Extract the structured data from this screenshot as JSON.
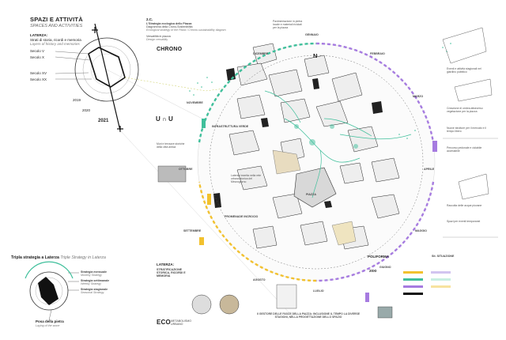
{
  "left_panel": {
    "title": "SPAZI E ATTIVITÀ",
    "subtitle": "SPACES AND ACTIVITIES",
    "layers_title": "LATERZA:",
    "layers_desc_it": "Strati di storia, ricordi e memoria",
    "layers_desc_en": "Layers of history and memories",
    "centuries": [
      "Secolo V",
      "Secolo X",
      "Secolo XV",
      "Secolo XX"
    ],
    "years": [
      "2019",
      "2020",
      "2021"
    ]
  },
  "strategy": {
    "title_it": "Tripla strategia a Laterza",
    "title_en": "Triple Strategy in Laterza",
    "items": [
      {
        "it": "Strategia mensuale",
        "en": "Monthly Strategy"
      },
      {
        "it": "Strategia settimanale",
        "en": "Weekly Strategy"
      },
      {
        "it": "Strategia stagionale",
        "en": "Seasonal Strategy"
      }
    ],
    "stone_it": "Posa della pietra",
    "stone_en": "Laying of the stone"
  },
  "header": {
    "number": "2.C.",
    "line1": "L'Strategia ecologica dello Piazza",
    "line2": "Diagramma della Crono-Sostenibilità",
    "line3": "Ecological strategy of the Plaza / Chrono-sustainability diagram",
    "versatility_it": "Versatilità in piazza",
    "versatility_en": "Design versatility",
    "chrono": "CHRONO"
  },
  "months": [
    "GENNAIO",
    "FEBBRAIO",
    "MARZO",
    "APRILE",
    "MAGGIO",
    "GIUGNO",
    "LUGLIO",
    "AGOSTO",
    "SETTEMBRE",
    "OTTOBRE",
    "NOVEMBRE",
    "DICEMBRE"
  ],
  "labels": {
    "compass": "N",
    "plaza_label": "PIAZZA",
    "u_symbol": "U ∩ U",
    "infrastructure_it": "INFRASTRUTTURA VERDE",
    "promenade_it": "PROMENADE INCROCIO",
    "laterza": "LATERZA:",
    "stratification": "STRATIFICAZIONE STORICA, RICORDI E MEMORIA",
    "poliform": "POLIFORMA",
    "situazione": "Sit. SITUAZIONE",
    "eco": "ECO",
    "eco_sub": "METABOLISMO URBANO",
    "year_20": "20XI"
  },
  "texts": {
    "top_note": "Pavimentazione in pietra locale e materiali riciclati per la piazza",
    "right_note1": "Eventi e attività stagionali nel giardino pubblico",
    "right_note2": "Creazione di ombra attraverso vegetazione per la piazza",
    "right_note3": "Nuove strutture per il mercato e il tempo libero",
    "right_note4": "Percorso pedonale e ciclabile accessibile",
    "right_note5": "Raccolta delle acque piovane",
    "right_note6": "Spazi per eventi temporanei",
    "left_note1": "Muri e terrazze storiche della città antica",
    "bottom_note": "Il GESTORE DELLE FASCE DELLA PIAZZA: INCLUSIONE IL TEMPO LA DIVERSE STAGIONI, NELLA PROGETTAZIONE DELLO SPAZIO",
    "center_note": "Laterza inserita nella rete urbana storica del Mezzogiorno"
  },
  "colors": {
    "green": "#3fbf9b",
    "purple": "#a67be0",
    "yellow": "#f2c12e",
    "black": "#111111"
  }
}
